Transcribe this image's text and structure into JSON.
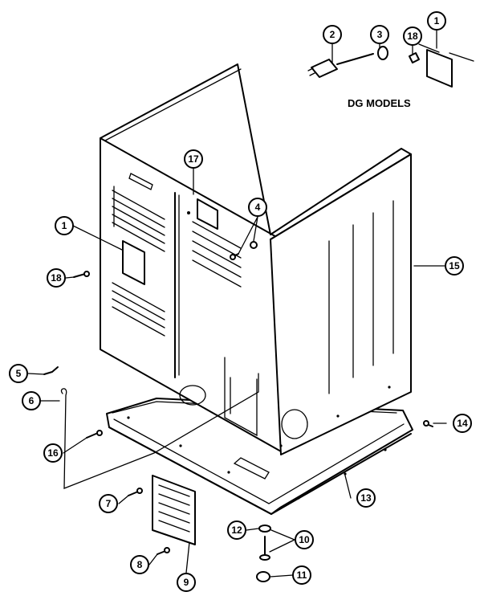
{
  "diagram": {
    "models_label": "DG MODELS",
    "callouts": [
      "1",
      "2",
      "3",
      "18",
      "17",
      "4",
      "1",
      "18",
      "15",
      "5",
      "6",
      "14",
      "16",
      "7",
      "13",
      "12",
      "10",
      "8",
      "9",
      "11"
    ]
  }
}
